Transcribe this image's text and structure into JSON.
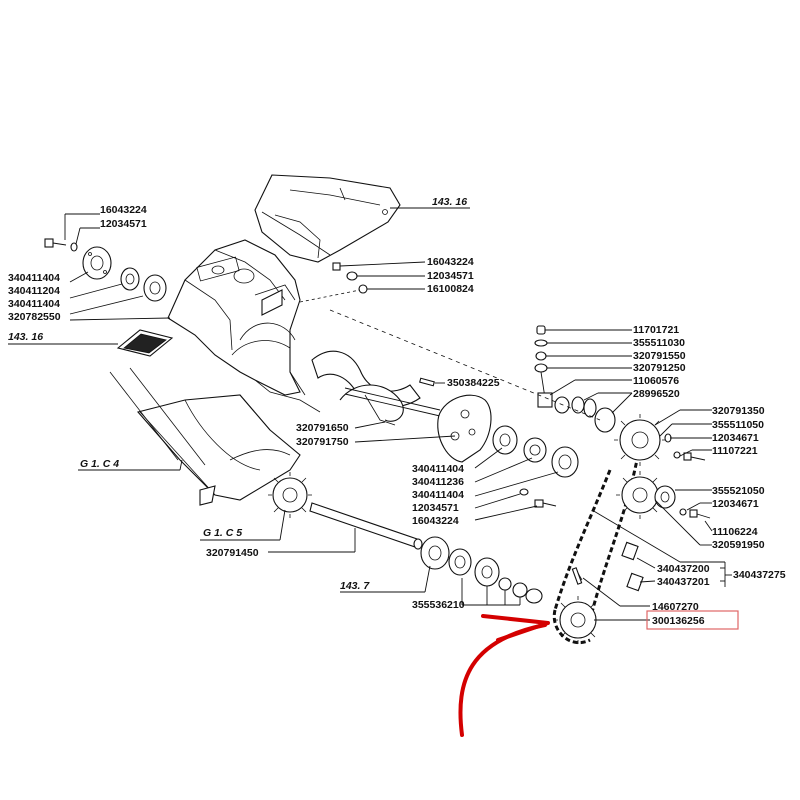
{
  "references": {
    "r143_16_top": "143. 16",
    "r143_16_left": "143. 16",
    "g1c4": "G 1. C 4",
    "g1c5": "G 1. C 5",
    "r143_7": "143. 7"
  },
  "parts": {
    "p16043224_a": "16043224",
    "p12034571_a": "12034571",
    "p340411404_a": "340411404",
    "p340411204": "340411204",
    "p340411404_b": "340411404",
    "p320782550": "320782550",
    "p16043224_b": "16043224",
    "p12034571_b": "12034571",
    "p16100824": "16100824",
    "p350384225": "350384225",
    "p320791650": "320791650",
    "p320791750": "320791750",
    "p340411404_c": "340411404",
    "p340411236": "340411236",
    "p340411404_d": "340411404",
    "p12034571_c": "12034571",
    "p16043224_c": "16043224",
    "p320791450": "320791450",
    "p355536210": "355536210",
    "p11701721": "11701721",
    "p355511030": "355511030",
    "p320791550": "320791550",
    "p320791250": "320791250",
    "p11060576": "11060576",
    "p28996520": "28996520",
    "p320791350": "320791350",
    "p355511050": "355511050",
    "p12034671_a": "12034671",
    "p11107221": "11107221",
    "p355521050": "355521050",
    "p12034671_b": "12034671",
    "p11106224": "11106224",
    "p320591950": "320591950",
    "p340437200": "340437200",
    "p340437201": "340437201",
    "p340437275": "340437275",
    "p14607270": "14607270",
    "p300136256": "300136256"
  },
  "colors": {
    "highlight_box": "#e06666",
    "arrow": "#d40000",
    "ink": "#111111"
  }
}
